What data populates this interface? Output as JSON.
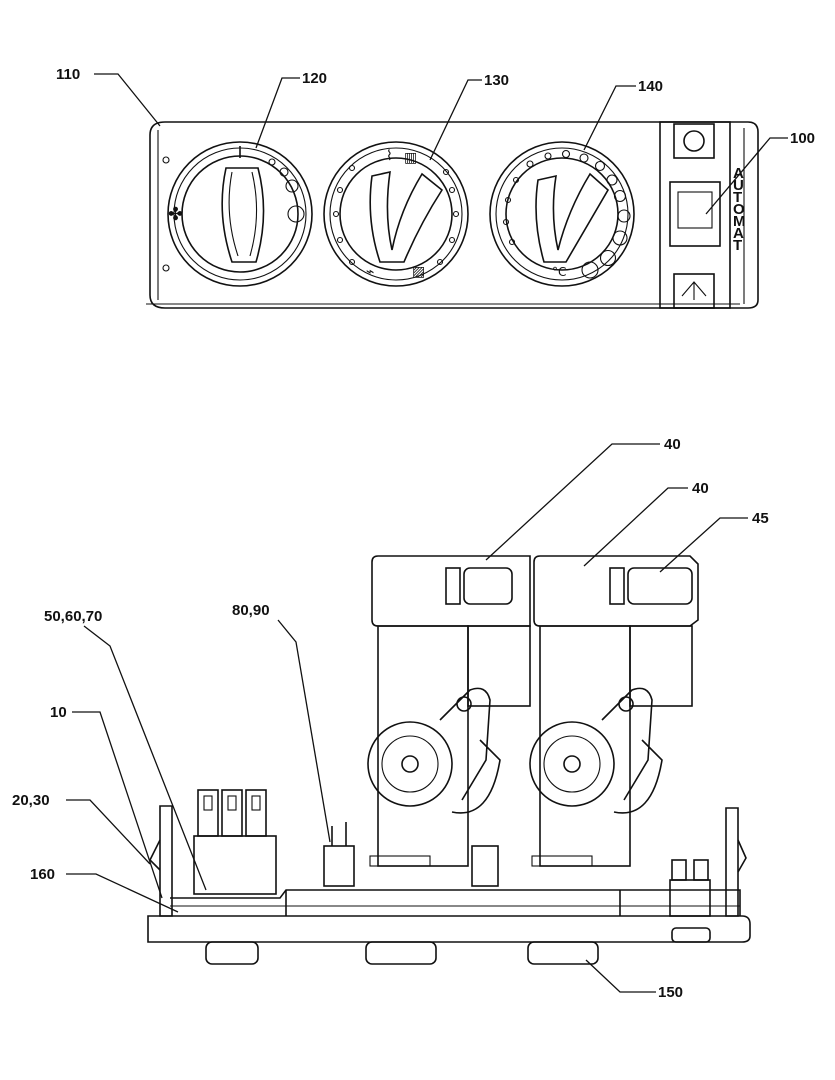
{
  "figure": {
    "reference_labels": {
      "r110": "110",
      "r120": "120",
      "r130": "130",
      "r140": "140",
      "r100": "100",
      "r40a": "40",
      "r40b": "40",
      "r45": "45",
      "r506070": "50,60,70",
      "r8090": "80,90",
      "r10": "10",
      "r2030": "20,30",
      "r160": "160",
      "r150": "150"
    },
    "panel_vertical_letters": [
      "A",
      "U",
      "T",
      "O",
      "M",
      "A",
      "T"
    ],
    "temperature_unit_symbol": "°C"
  },
  "colors": {
    "line": "#111111",
    "background": "#ffffff"
  }
}
